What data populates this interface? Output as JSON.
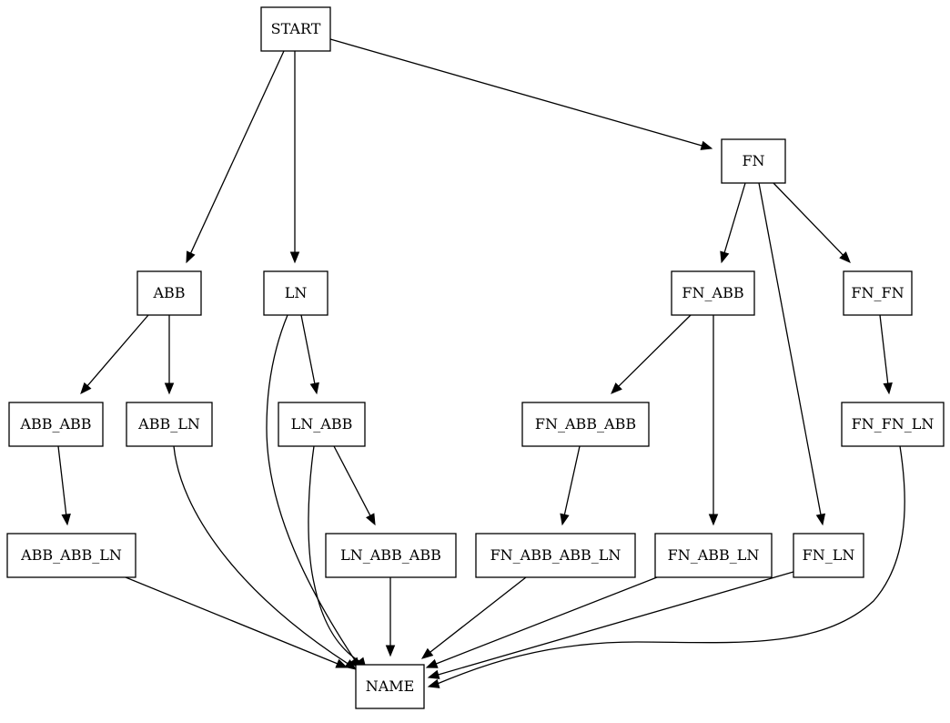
{
  "nodes": [
    {
      "id": "START",
      "label": "START"
    },
    {
      "id": "FN",
      "label": "FN"
    },
    {
      "id": "ABB",
      "label": "ABB"
    },
    {
      "id": "LN",
      "label": "LN"
    },
    {
      "id": "FN_ABB",
      "label": "FN_ABB"
    },
    {
      "id": "FN_FN",
      "label": "FN_FN"
    },
    {
      "id": "ABB_ABB",
      "label": "ABB_ABB"
    },
    {
      "id": "ABB_LN",
      "label": "ABB_LN"
    },
    {
      "id": "LN_ABB",
      "label": "LN_ABB"
    },
    {
      "id": "FN_ABB_ABB",
      "label": "FN_ABB_ABB"
    },
    {
      "id": "FN_FN_LN",
      "label": "FN_FN_LN"
    },
    {
      "id": "ABB_ABB_LN",
      "label": "ABB_ABB_LN"
    },
    {
      "id": "LN_ABB_ABB",
      "label": "LN_ABB_ABB"
    },
    {
      "id": "FN_ABB_ABB_LN",
      "label": "FN_ABB_ABB_LN"
    },
    {
      "id": "FN_ABB_LN",
      "label": "FN_ABB_LN"
    },
    {
      "id": "FN_LN",
      "label": "FN_LN"
    },
    {
      "id": "NAME",
      "label": "NAME"
    }
  ],
  "edges": [
    {
      "from": "START",
      "to": "ABB"
    },
    {
      "from": "START",
      "to": "LN"
    },
    {
      "from": "START",
      "to": "FN"
    },
    {
      "from": "FN",
      "to": "FN_ABB"
    },
    {
      "from": "FN",
      "to": "FN_LN"
    },
    {
      "from": "FN",
      "to": "FN_FN"
    },
    {
      "from": "ABB",
      "to": "ABB_ABB"
    },
    {
      "from": "ABB",
      "to": "ABB_LN"
    },
    {
      "from": "LN",
      "to": "LN_ABB"
    },
    {
      "from": "LN",
      "to": "NAME"
    },
    {
      "from": "FN_ABB",
      "to": "FN_ABB_ABB"
    },
    {
      "from": "FN_ABB",
      "to": "FN_ABB_LN"
    },
    {
      "from": "FN_FN",
      "to": "FN_FN_LN"
    },
    {
      "from": "ABB_ABB",
      "to": "ABB_ABB_LN"
    },
    {
      "from": "ABB_LN",
      "to": "NAME"
    },
    {
      "from": "LN_ABB",
      "to": "LN_ABB_ABB"
    },
    {
      "from": "LN_ABB",
      "to": "NAME"
    },
    {
      "from": "FN_ABB_ABB",
      "to": "FN_ABB_ABB_LN"
    },
    {
      "from": "FN_FN_LN",
      "to": "NAME"
    },
    {
      "from": "ABB_ABB_LN",
      "to": "NAME"
    },
    {
      "from": "LN_ABB_ABB",
      "to": "NAME"
    },
    {
      "from": "FN_ABB_ABB_LN",
      "to": "NAME"
    },
    {
      "from": "FN_ABB_LN",
      "to": "NAME"
    },
    {
      "from": "FN_LN",
      "to": "NAME"
    }
  ]
}
